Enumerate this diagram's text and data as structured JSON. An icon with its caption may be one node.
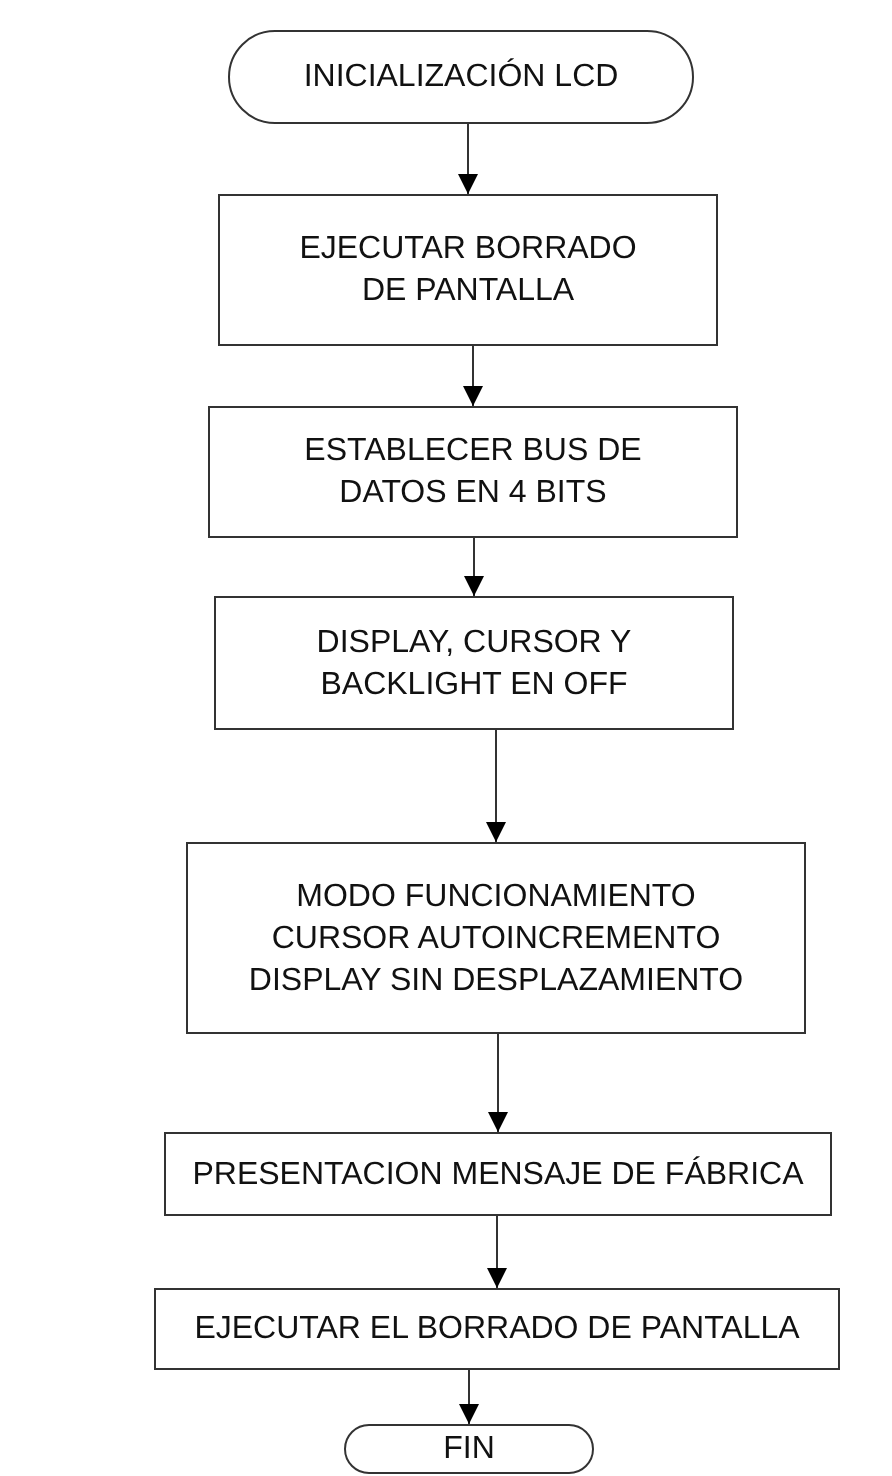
{
  "diagram": {
    "nodes": [
      {
        "text": [
          "INICIALIZACIÓN LCD"
        ]
      },
      {
        "text": [
          "EJECUTAR BORRADO DE PANTALLA"
        ]
      },
      {
        "text": [
          "ESTABLECER BUS DE DATOS EN 4 BITS"
        ]
      },
      {
        "text": [
          "DISPLAY, CURSOR Y BACKLIGHT EN OFF"
        ]
      },
      {
        "text": [
          "MODO FUNCIONAMIENTO CURSOR AUTOINCREMENTO DISPLAY SIN DESPLAZAMIENTO"
        ]
      },
      {
        "text": [
          "PRESENTACION MENSAJE DE FÁBRICA"
        ]
      },
      {
        "text": [
          "EJECUTAR EL BORRADO DE PANTALLA"
        ]
      },
      {
        "text": [
          "FIN"
        ]
      }
    ],
    "edges": [
      {
        "from": 0,
        "to": 1,
        "arrow": "to"
      },
      {
        "from": 1,
        "to": 2,
        "arrow": "to"
      },
      {
        "from": 2,
        "to": 3,
        "arrow": "to"
      },
      {
        "from": 3,
        "to": 4,
        "arrow": "to"
      },
      {
        "from": 4,
        "to": 5,
        "arrow": "to"
      },
      {
        "from": 5,
        "to": 6,
        "arrow": "to"
      },
      {
        "from": 6,
        "to": 7,
        "arrow": "to"
      }
    ]
  }
}
